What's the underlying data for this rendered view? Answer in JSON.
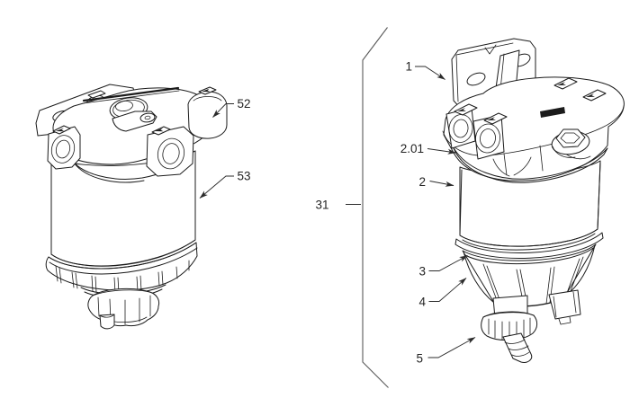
{
  "diagram": {
    "background_color": "#ffffff",
    "line_color": "#1b1b1b",
    "leader_color": "#2b2b2b",
    "bracket_color": "#5a5a5a",
    "left_view": {
      "callouts": [
        {
          "label": "52"
        },
        {
          "label": "53"
        }
      ]
    },
    "right_view": {
      "group_label": "31",
      "callouts": [
        {
          "label": "1"
        },
        {
          "label": "2.01"
        },
        {
          "label": "2"
        },
        {
          "label": "3"
        },
        {
          "label": "4"
        },
        {
          "label": "5"
        }
      ]
    }
  }
}
